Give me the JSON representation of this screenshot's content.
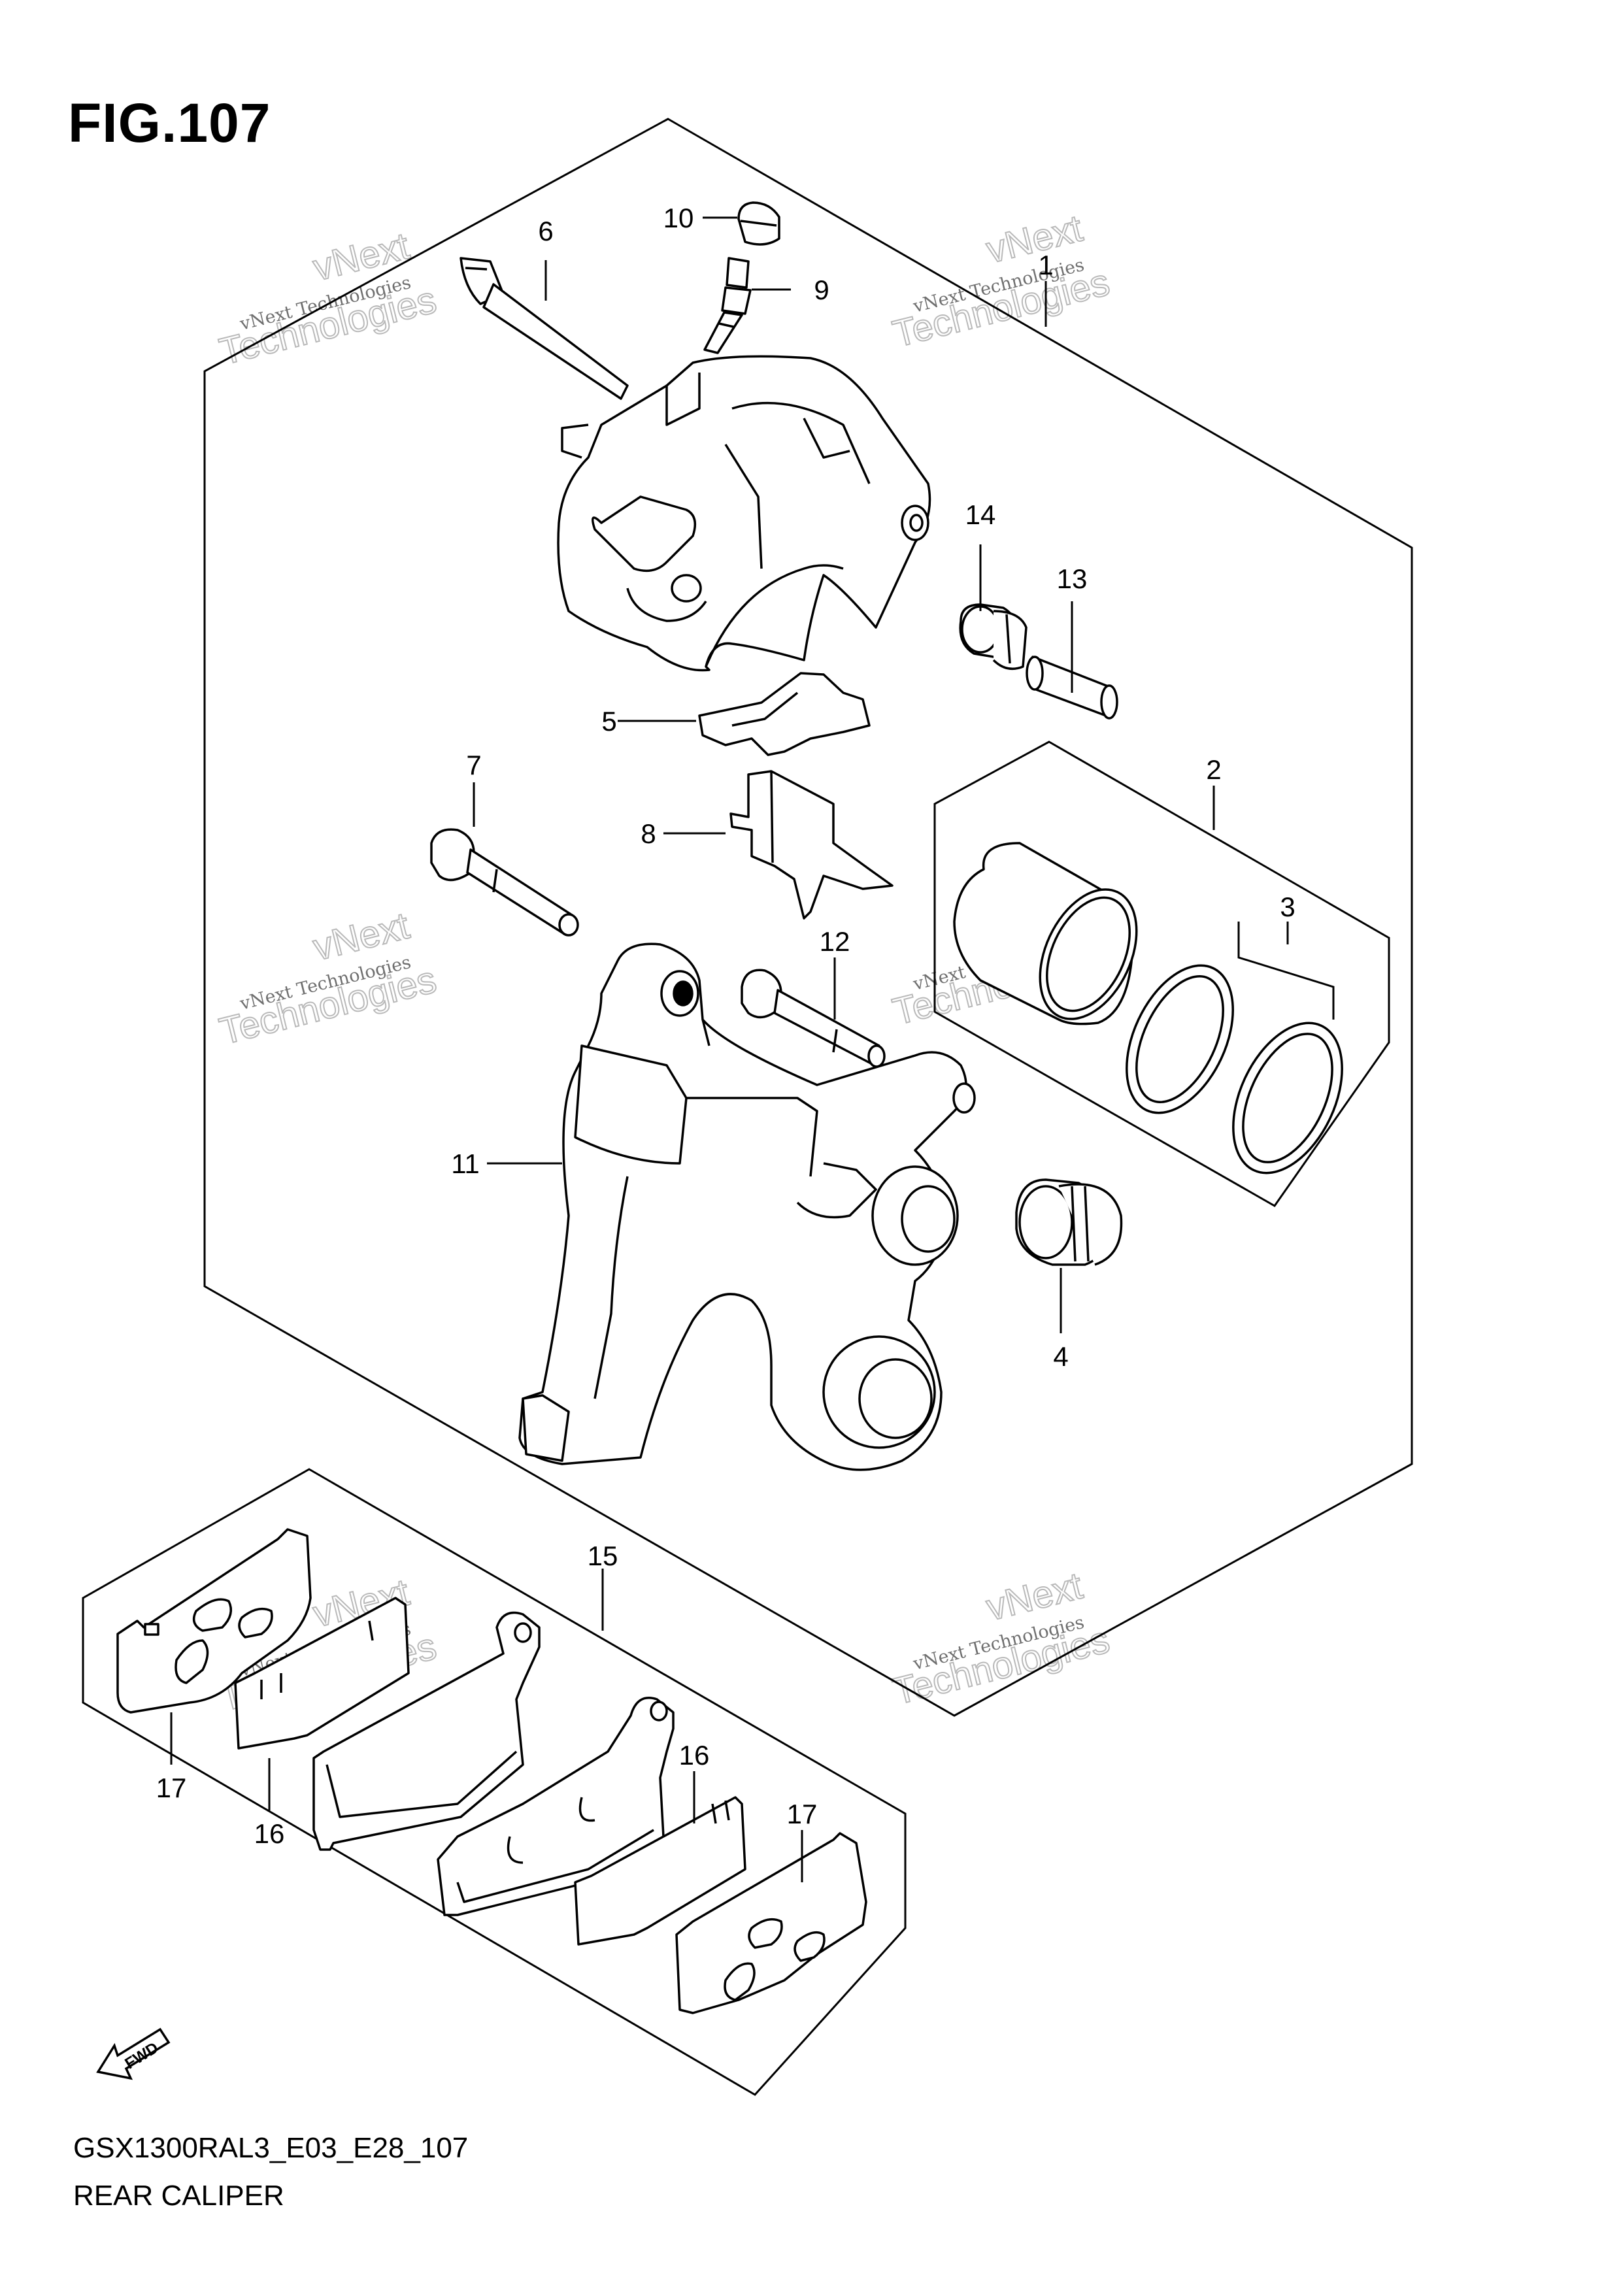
{
  "figure": {
    "title": "FIG.107",
    "model_code": "GSX1300RAL3_E03_E28_107",
    "name": "REAR CALIPER"
  },
  "watermark": {
    "line1": "vNext Technologies",
    "line2": "vNext",
    "line3": "Technologies"
  },
  "direction_arrow": {
    "label": "FWD"
  },
  "callouts": [
    {
      "id": "callout-1",
      "label": "1"
    },
    {
      "id": "callout-2",
      "label": "2"
    },
    {
      "id": "callout-3",
      "label": "3"
    },
    {
      "id": "callout-4",
      "label": "4"
    },
    {
      "id": "callout-5",
      "label": "5"
    },
    {
      "id": "callout-6",
      "label": "6"
    },
    {
      "id": "callout-7",
      "label": "7"
    },
    {
      "id": "callout-8",
      "label": "8"
    },
    {
      "id": "callout-9",
      "label": "9"
    },
    {
      "id": "callout-10",
      "label": "10"
    },
    {
      "id": "callout-11",
      "label": "11"
    },
    {
      "id": "callout-12",
      "label": "12"
    },
    {
      "id": "callout-13",
      "label": "13"
    },
    {
      "id": "callout-14",
      "label": "14"
    },
    {
      "id": "callout-15",
      "label": "15"
    },
    {
      "id": "callout-16a",
      "label": "16"
    },
    {
      "id": "callout-16b",
      "label": "16"
    },
    {
      "id": "callout-17a",
      "label": "17"
    },
    {
      "id": "callout-17b",
      "label": "17"
    }
  ]
}
